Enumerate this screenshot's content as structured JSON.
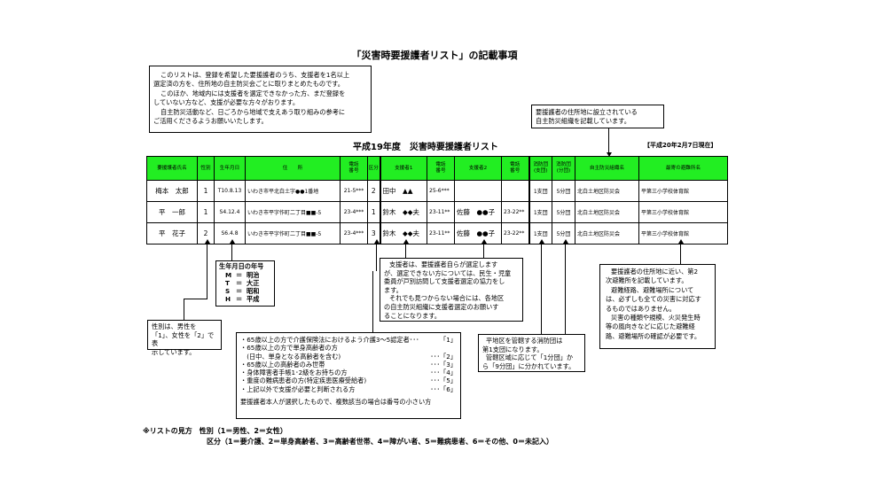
{
  "title": "「災害時要援護者リスト」の記載事項",
  "intro": {
    "lines": [
      "このリストは、登録を希望した要援護者のうち、支援者を1名以上",
      "選定済の方を、住所地の自主防災会ごとに取りまとめたものです。",
      "このほか、地域内には支援者を選定できなかった方、まだ登録を",
      "していない方など、支援が必要な方々がおります。",
      "自主防災活動など、日ごろから地域で支えあう取り組みの参考に",
      "ご活用くださるようお願いいたします。"
    ]
  },
  "org_note": {
    "lines": [
      "要援護者の住所地に設立されている",
      "自主防災組織を記載しています。"
    ]
  },
  "subtitle": "平成19年度　災害時要援護者リスト",
  "as_of": "【平成20年2月7日現在】",
  "table": {
    "headers": [
      "要援護者氏名",
      "性別",
      "生年月日",
      "住　　所",
      "電話\n番号",
      "区分",
      "支援者1",
      "電話\n番号",
      "支援者2",
      "電話\n番号",
      "消防団\n(支団)",
      "消防団\n(分団)",
      "自主防災組織名",
      "最寄の避難所名"
    ],
    "rows": [
      [
        "梅本　太郎",
        "1",
        "T10.8.13",
        "いわき市平北白土字●●1番地",
        "21-5***",
        "2",
        "田中　▲▲",
        "25-6***",
        "",
        "",
        "1支団",
        "5分団",
        "北白土地区防災会",
        "平第三小学校体育館"
      ],
      [
        "平　一郎",
        "1",
        "S4.12.4",
        "いわき市平字作町二丁目■■-5",
        "23-4***",
        "1",
        "鈴木　◆◆夫",
        "23-11**",
        "佐藤　●●子",
        "23-22**",
        "1支団",
        "5分団",
        "北白土地区防災会",
        "平第三小学校体育館"
      ],
      [
        "平　花子",
        "2",
        "S6.4.8",
        "いわき市平字作町二丁目■■-5",
        "23-4***",
        "3",
        "鈴木　◆◆夫",
        "23-11**",
        "佐藤　●●子",
        "23-22**",
        "1支団",
        "5分団",
        "北白土地区防災会",
        "平第三小学校体育館"
      ]
    ]
  },
  "era_box": {
    "title": "生年月日の年号",
    "items": [
      {
        "code": "M",
        "eq": "＝",
        "name": "明治"
      },
      {
        "code": "T",
        "eq": "＝",
        "name": "大正"
      },
      {
        "code": "S",
        "eq": "＝",
        "name": "昭和"
      },
      {
        "code": "H",
        "eq": "＝",
        "name": "平成"
      }
    ]
  },
  "gender_box": {
    "lines": [
      "性別は、男性を",
      "「1」、女性を「2」で表",
      "示しています。"
    ]
  },
  "supporter_box": {
    "lines": [
      "支援者は、要援護者自らが選定します",
      "が、選定できない方については、民生・児童",
      "委員が戸別訪問して支援者選定の協力をし",
      "ます。",
      "それでも見つからない場合には、各地区",
      "の自主防災組織に支援者選定のお願いす",
      "ることになります。"
    ]
  },
  "category_box": {
    "items": [
      {
        "text": "・65歳以上の方で介護保険法におけるよう介護3～5認定者･･･",
        "code": "「1」"
      },
      {
        "text": "・65歳以上の方で単身高齢者の方",
        "code": ""
      },
      {
        "text": "　(日中、単身となる高齢者を含む)",
        "code": "･･･「2」"
      },
      {
        "text": "・65歳以上の高齢者のみ世帯",
        "code": "･･･「3」"
      },
      {
        "text": "・身体障害者手帳1･2級をお持ちの方",
        "code": "･･･「4」"
      },
      {
        "text": "・重度の難病患者の方(特定疾患医療受給者)",
        "code": "･･･「5」"
      },
      {
        "text": "・上記以外で支援が必要と判断される方",
        "code": "･･･「6」"
      }
    ],
    "footer": "要援護者本人が選択したもので、複数該当の場合は番号の小さい方"
  },
  "fire_box": {
    "lines": [
      "平地区を管轄する消防団は",
      "第1支団になります。",
      "管轄区域に応じて「1分団」か",
      "ら「9分団」に分かれています。"
    ]
  },
  "shelter_box": {
    "lines": [
      "要援護者の住所地に近い、第2",
      "次避難所を記載しています。",
      "避難経路、避難場所について",
      "は、必ずしも全ての災害に対応す",
      "るものではありません。",
      "災害の種類や規模、火災発生時",
      "等の風向きなどに応じた避難経",
      "路、避難場所の確認が必要です。"
    ]
  },
  "legend": {
    "line1": "※リストの見方　性別（1＝男性、2＝女性）",
    "line2": "区分（1＝要介護、2＝単身高齢者、3＝高齢者世帯、4＝障がい者、5＝難病患者、6＝その他、0＝未記入）"
  }
}
